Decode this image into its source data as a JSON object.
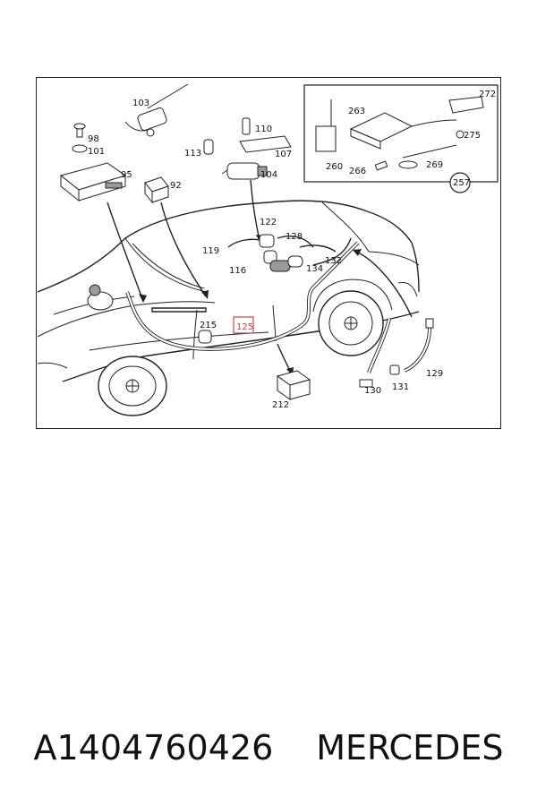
{
  "labels": {
    "l103": "103",
    "l110": "110",
    "l98": "98",
    "l101": "101",
    "l113": "113",
    "l107": "107",
    "l95": "95",
    "l92": "92",
    "l104": "104",
    "l263": "263",
    "l272": "272",
    "l275": "275",
    "l260": "260",
    "l266": "266",
    "l269": "269",
    "l257": "257",
    "l122": "122",
    "l128": "128",
    "l119": "119",
    "l116": "116",
    "l134": "134",
    "l132": "132",
    "l215": "215",
    "l125": "125",
    "l129": "129",
    "l131": "131",
    "l130": "130",
    "l212": "212"
  },
  "highlight_color": "#d0404a",
  "caption": {
    "part_number": "A1404760426",
    "brand": "MERCEDES"
  }
}
